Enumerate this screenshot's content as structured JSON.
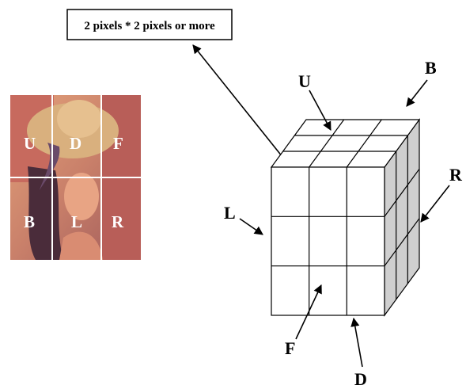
{
  "callout": {
    "text": "2 pixels * 2 pixels or more"
  },
  "image_grid": {
    "cells": [
      "U",
      "D",
      "F",
      "B",
      "L",
      "R"
    ]
  },
  "cube_labels": {
    "U": "U",
    "B": "B",
    "R": "R",
    "L": "L",
    "F": "F",
    "D": "D"
  },
  "colors": {
    "front_face": "#ffffff",
    "side_face": "#cfcfcf",
    "top_face": "#ffffff",
    "lines": "#000000",
    "image_grid_lines": "#ffffff"
  }
}
